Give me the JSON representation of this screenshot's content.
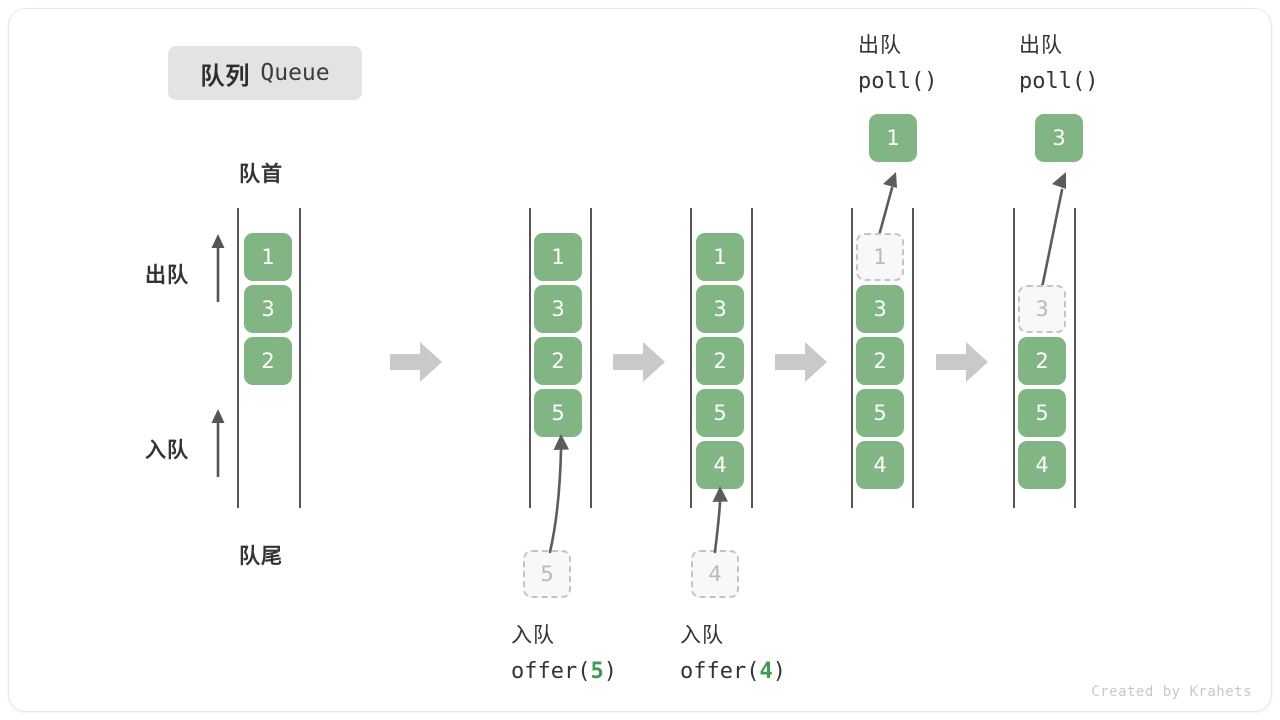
{
  "title": {
    "cn": "队列",
    "en": "Queue"
  },
  "labels": {
    "head": "队首",
    "tail": "队尾",
    "dequeue": "出队",
    "enqueue": "入队"
  },
  "colors": {
    "element_fill": "#82b584",
    "element_text": "#ffffff",
    "ghost_fill": "#f8f8f8",
    "ghost_border": "#c4c4c4",
    "ghost_text": "#b9b9b9",
    "rail": "#555555",
    "step_arrow": "#c9c9c9",
    "accent_arg": "#3f9a4f",
    "text": "#333333",
    "chip_bg": "#e3e3e3",
    "card_border": "#e8e8e8"
  },
  "stages": [
    {
      "id": "initial",
      "elements": [
        "1",
        "3",
        "2"
      ],
      "ghost": null,
      "output": null,
      "caption_cn": "",
      "caption_code": ""
    },
    {
      "id": "offer-5",
      "elements": [
        "1",
        "3",
        "2",
        "5"
      ],
      "ghost": "5",
      "output": null,
      "caption_cn": "入队",
      "caption_code": "offer(5)",
      "caption_arg": "5"
    },
    {
      "id": "offer-4",
      "elements": [
        "1",
        "3",
        "2",
        "5",
        "4"
      ],
      "ghost": "4",
      "output": null,
      "caption_cn": "入队",
      "caption_code": "offer(4)",
      "caption_arg": "4"
    },
    {
      "id": "poll-1",
      "elements": [
        "3",
        "2",
        "5",
        "4"
      ],
      "ghost": "1",
      "output": "1",
      "caption_cn": "出队",
      "caption_code": "poll()"
    },
    {
      "id": "poll-3",
      "elements": [
        "2",
        "5",
        "4"
      ],
      "ghost": "3",
      "output": "3",
      "caption_cn": "出队",
      "caption_code": "poll()"
    }
  ],
  "credit": "Created by Krahets"
}
